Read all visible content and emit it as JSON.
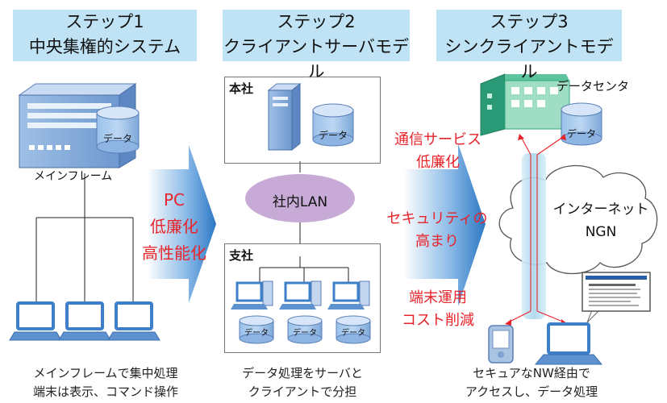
{
  "steps": [
    {
      "title": "ステップ1",
      "subtitle": "中央集権的システム",
      "caption_lines": [
        "メインフレームで集中処理",
        "端末は表示、コマンド操作"
      ]
    },
    {
      "title": "ステップ2",
      "subtitle": "クライアントサーバモデル",
      "caption_lines": [
        "データ処理をサーバと",
        "クライアントで分担"
      ]
    },
    {
      "title": "ステップ3",
      "subtitle": "シンクライアントモデル",
      "caption_lines": [
        "セキュアなNW経由で",
        "アクセスし、データ処理"
      ]
    }
  ],
  "step1": {
    "mainframe_label": "メインフレーム",
    "db_label": "データ"
  },
  "arrow1": {
    "lines": [
      "PC",
      "低廉化",
      "高性能化"
    ]
  },
  "step2": {
    "head_office": "本社",
    "branch": "支社",
    "lan": "社内LAN",
    "db_label": "データ"
  },
  "arrow2": {
    "lines": [
      "通信サービス",
      "低廉化",
      "セキュリティの",
      "高まり",
      "端末運用",
      "コスト削減"
    ]
  },
  "step3": {
    "datacenter": "データセンタ",
    "db_label": "データ",
    "cloud": [
      "インターネット",
      "NGN"
    ]
  },
  "colors": {
    "header_bg": "#bfe3f5",
    "accent_red": "#e8232a",
    "arrow_blue": "#2c78c4",
    "lan_purple": "#c7aad6",
    "datacenter_green": "#2fa77f"
  }
}
